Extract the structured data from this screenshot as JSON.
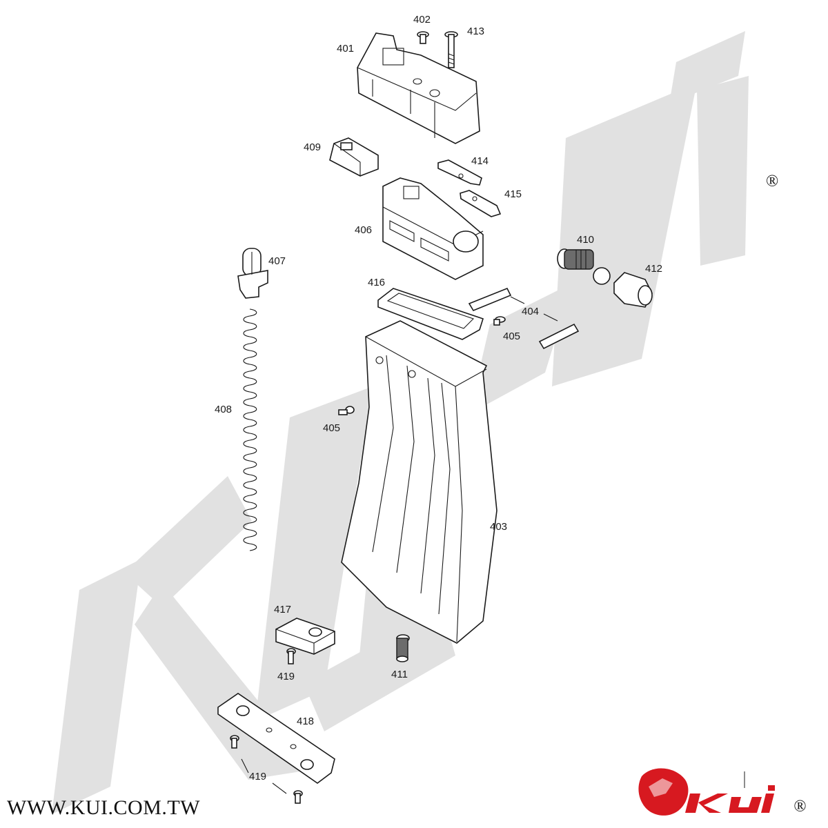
{
  "website": "WWW.KUI.COM.TW",
  "brand": {
    "registered_mark": "®",
    "logo_lettering": "KUi",
    "logo_color": "#d71920",
    "watermark_color": "#d9d9d9"
  },
  "part_labels": [
    "401",
    "402",
    "413",
    "409",
    "414",
    "415",
    "406",
    "407",
    "410",
    "412",
    "416",
    "404",
    "405",
    "408",
    "405",
    "403",
    "417",
    "419",
    "411",
    "418",
    "419"
  ]
}
